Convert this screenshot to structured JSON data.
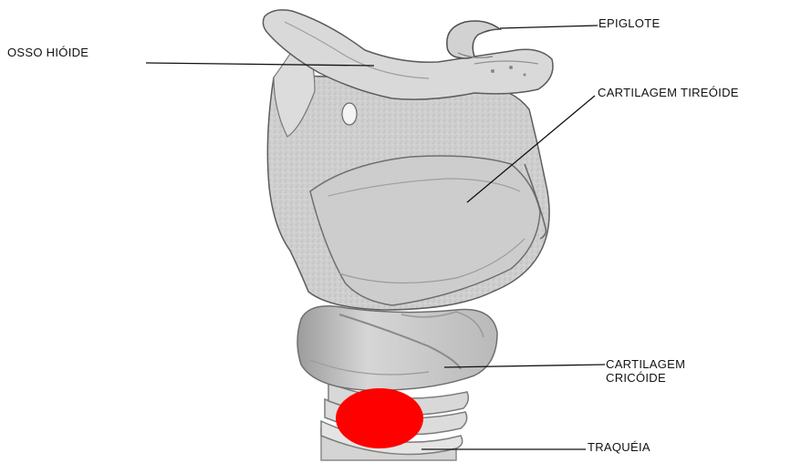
{
  "labels": {
    "hyoid": "OSSO HIÓIDE",
    "epiglottis": "EPIGLOTE",
    "thyroid": "CARTILAGEM TIREÓIDE",
    "cricoid_line1": "CARTILAGEM",
    "cricoid_line2": "CRICÓIDE",
    "trachea": "TRAQUÉIA"
  },
  "colors": {
    "highlight": "#ff0000",
    "cartilage": "#c9c9c9",
    "cartilage_light": "#e2e2e2",
    "cartilage_dark": "#8e8e8e",
    "leader_line": "#111111"
  }
}
